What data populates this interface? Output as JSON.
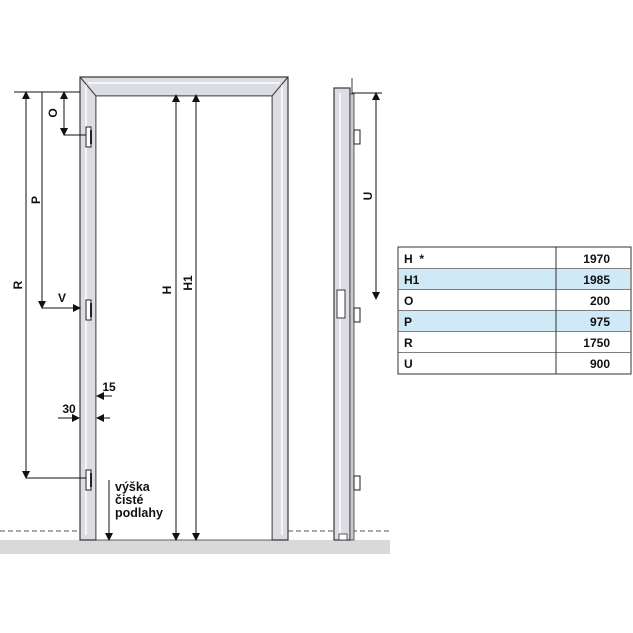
{
  "labels": {
    "o": "O",
    "p": "P",
    "r": "R",
    "v": "V",
    "h": "H",
    "h1": "H1",
    "u": "U",
    "d15": "15",
    "d30": "30",
    "floor_line1": "výška",
    "floor_line2": "čisté",
    "floor_line3": "podlahy"
  },
  "table": {
    "rows": [
      {
        "label": "H  *",
        "value": "1970",
        "highlight": false
      },
      {
        "label": "H1",
        "value": "1985",
        "highlight": true
      },
      {
        "label": "O",
        "value": "200",
        "highlight": false
      },
      {
        "label": "P",
        "value": "975",
        "highlight": true
      },
      {
        "label": "R",
        "value": "1750",
        "highlight": false
      },
      {
        "label": "U",
        "value": "900",
        "highlight": false
      }
    ]
  },
  "colors": {
    "frame_fill": "#dcdde2",
    "frame_stroke": "#3a3a3a",
    "floor_fill": "#d9d9dc",
    "row_highlight": "#cfe9f6",
    "row_plain": "#ffffff",
    "line": "#111111"
  }
}
